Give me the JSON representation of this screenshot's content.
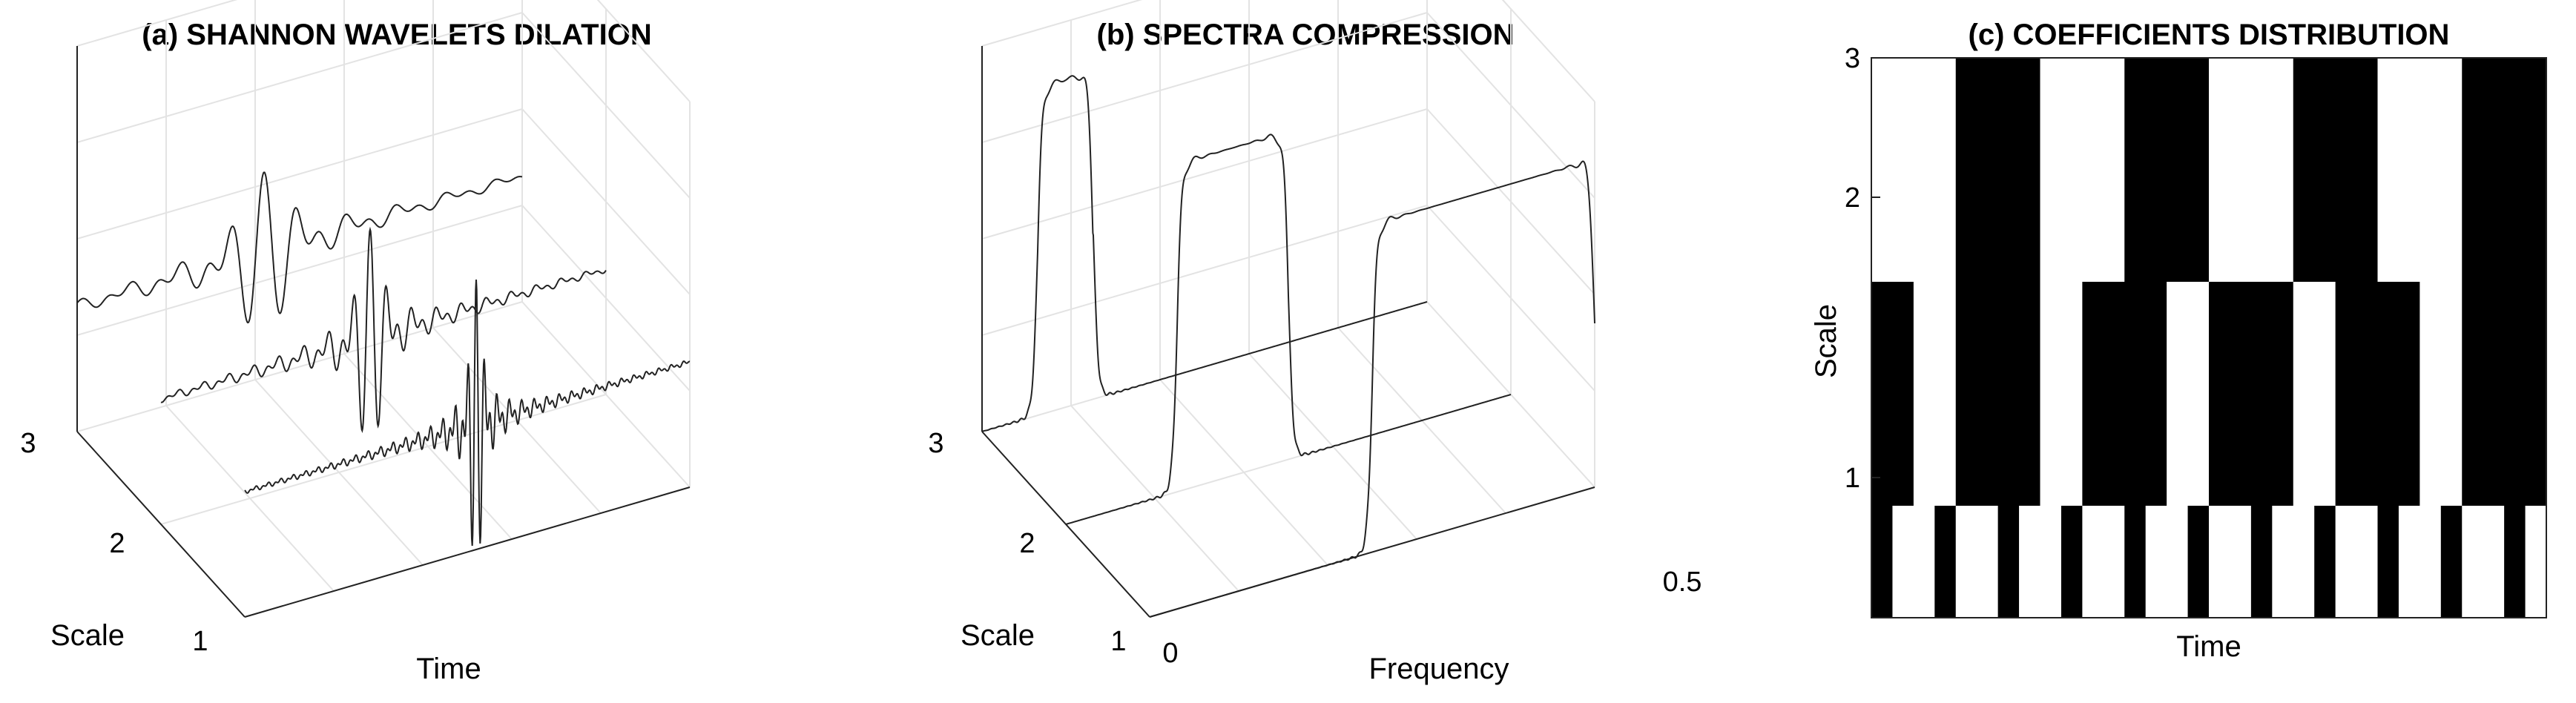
{
  "chart_data": [
    {
      "type": "line",
      "title": "(a) SHANNON WAVELETS DILATION",
      "xlabel": "Time",
      "ylabel": "Scale",
      "scale_ticks": [
        "1",
        "2",
        "3"
      ],
      "series": [
        {
          "scale": 1,
          "center": 0.52,
          "width": 0.014,
          "amp": 1.0
        },
        {
          "scale": 2,
          "center": 0.47,
          "width": 0.028,
          "amp": 0.75
        },
        {
          "scale": 3,
          "center": 0.42,
          "width": 0.056,
          "amp": 0.55
        }
      ]
    },
    {
      "type": "line",
      "title": "(b) SPECTRA COMPRESSION",
      "xlabel": "Frequency",
      "ylabel": "Scale",
      "scale_ticks": [
        "1",
        "2",
        "3"
      ],
      "x_ticks": [
        "0",
        "0.5"
      ],
      "xlim": [
        0,
        0.5
      ],
      "series": [
        {
          "scale": 1,
          "band": [
            0.25,
            0.5
          ]
        },
        {
          "scale": 2,
          "band": [
            0.125,
            0.25
          ]
        },
        {
          "scale": 3,
          "band": [
            0.0625,
            0.125
          ]
        }
      ]
    },
    {
      "type": "heatmap",
      "title": "(c) COEFFICIENTS DISTRIBUTION",
      "xlabel": "Time",
      "ylabel": "Scale",
      "y_ticks": [
        "1",
        "2",
        "3"
      ],
      "rows": [
        {
          "scale_range": [
            0.5,
            1
          ],
          "pattern": [
            1,
            0,
            0,
            1,
            0,
            0,
            1,
            0,
            0,
            1,
            0,
            0,
            1,
            0,
            0,
            1,
            0,
            0,
            1,
            0,
            0,
            1,
            0,
            0,
            1,
            0,
            0,
            1,
            0,
            0,
            1,
            0
          ]
        },
        {
          "scale_range": [
            1,
            2
          ],
          "pattern": [
            1,
            1,
            0,
            0,
            1,
            1,
            1,
            1,
            0,
            0,
            1,
            1,
            1,
            1,
            0,
            0,
            1,
            1,
            1,
            1,
            0,
            0,
            1,
            1,
            1,
            1,
            0,
            0,
            1,
            1,
            1,
            1
          ]
        },
        {
          "scale_range": [
            2,
            3
          ],
          "pattern": [
            0,
            0,
            0,
            0,
            1,
            1,
            1,
            1,
            0,
            0,
            0,
            0,
            1,
            1,
            1,
            1,
            0,
            0,
            0,
            0,
            1,
            1,
            1,
            1,
            0,
            0,
            0,
            0,
            1,
            1,
            1,
            1
          ]
        }
      ]
    }
  ]
}
